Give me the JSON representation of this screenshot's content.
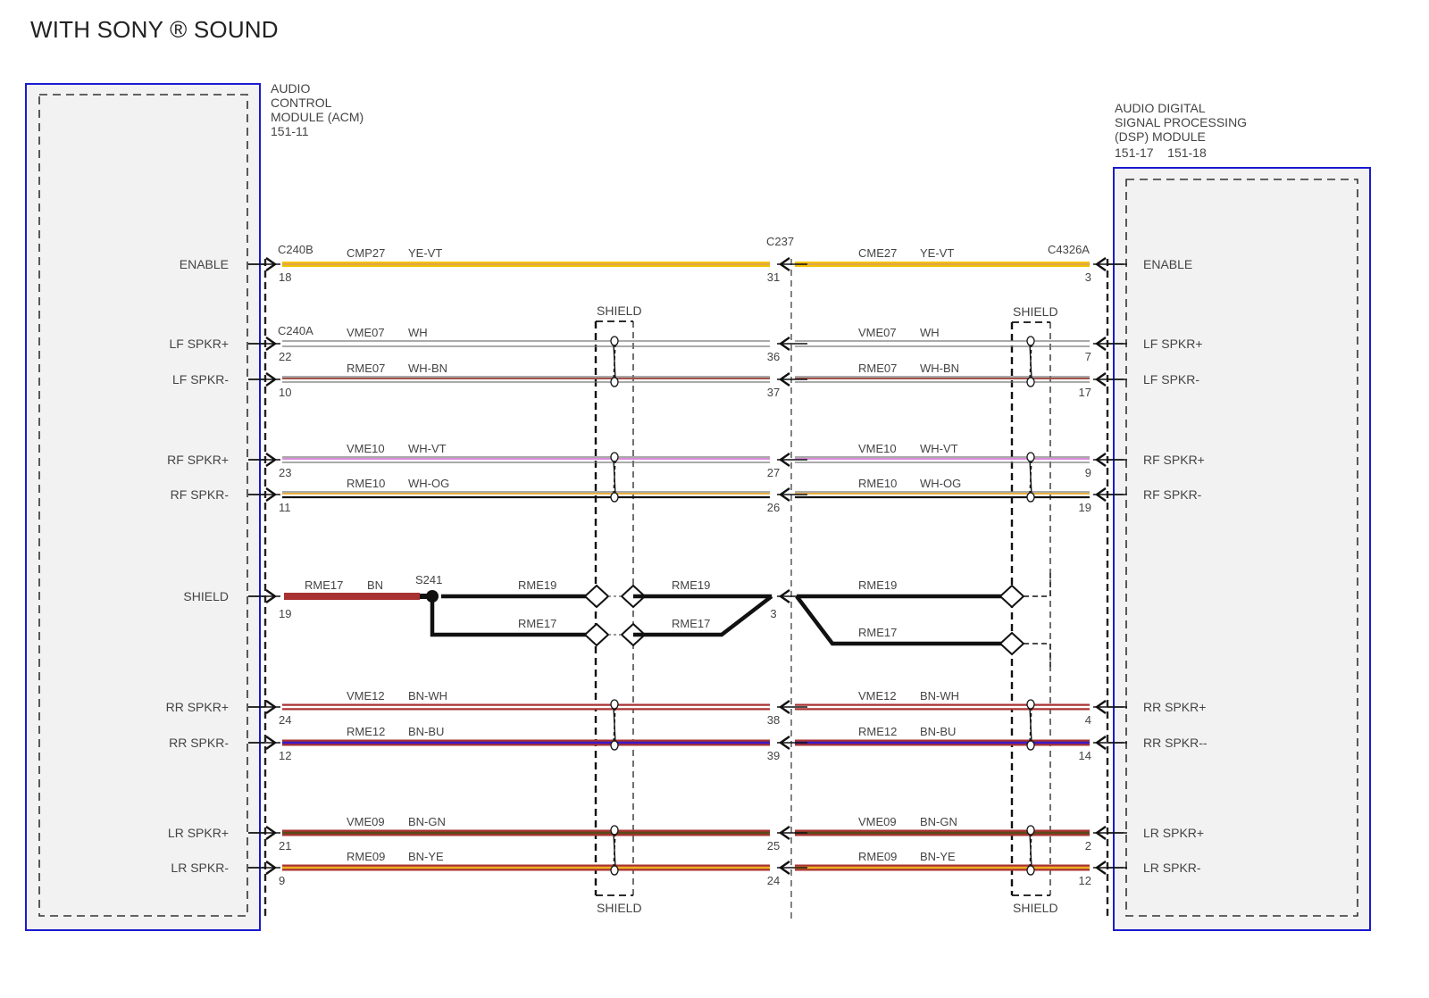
{
  "title": "WITH SONY ® SOUND",
  "acm": {
    "name_lines": [
      "AUDIO",
      "CONTROL",
      "MODULE (ACM)",
      "151-11"
    ]
  },
  "dsp": {
    "name_lines": [
      "AUDIO DIGITAL",
      "SIGNAL PROCESSING",
      "(DSP) MODULE",
      "151-17    151-18"
    ]
  },
  "connectors": {
    "acm_enable": "C240B",
    "acm_audio": "C240A",
    "inline": "C237",
    "dsp": "C4326A"
  },
  "shield_label": "SHIELD",
  "splice": "S241",
  "colors": {
    "module_border": "#1a1ad0",
    "module_fill": "#f2f2f2",
    "wire_outline": "#333333"
  },
  "circuits": [
    {
      "acm_label": "ENABLE",
      "dsp_label": "ENABLE",
      "left_circuit": "CMP27",
      "right_circuit": "CME27",
      "wire_color": "YE-VT",
      "acm_pin": "18",
      "inline_pin": "31",
      "dsp_pin": "3",
      "base": "#f2c200",
      "stripe": "#d89a6a",
      "shielded": false
    },
    {
      "acm_label": "LF SPKR+",
      "dsp_label": "LF SPKR+",
      "left_circuit": "VME07",
      "right_circuit": "VME07",
      "wire_color": "WH",
      "acm_pin": "22",
      "inline_pin": "36",
      "dsp_pin": "7",
      "base": "#ffffff",
      "stripe": "#ffffff",
      "shielded": true
    },
    {
      "acm_label": "LF SPKR-",
      "dsp_label": "LF SPKR-",
      "left_circuit": "RME07",
      "right_circuit": "RME07",
      "wire_color": "WH-BN",
      "acm_pin": "10",
      "inline_pin": "37",
      "dsp_pin": "17",
      "base": "#ffffff",
      "stripe": "#a0524a",
      "shielded": true
    },
    {
      "acm_label": "RF SPKR+",
      "dsp_label": "RF SPKR+",
      "left_circuit": "VME10",
      "right_circuit": "VME10",
      "wire_color": "WH-VT",
      "acm_pin": "23",
      "inline_pin": "27",
      "dsp_pin": "9",
      "base": "#ffffff",
      "stripe": "#d98ad9",
      "shielded": true
    },
    {
      "acm_label": "RF SPKR-",
      "dsp_label": "RF SPKR-",
      "left_circuit": "RME10",
      "right_circuit": "RME10",
      "wire_color": "WH-OG",
      "acm_pin": "11",
      "inline_pin": "26",
      "dsp_pin": "19",
      "base": "#ffffff",
      "stripe": "#e8b040",
      "shielded": true
    },
    {
      "acm_label": "RR SPKR+",
      "dsp_label": "RR SPKR+",
      "left_circuit": "VME12",
      "right_circuit": "VME12",
      "wire_color": "BN-WH",
      "acm_pin": "24",
      "inline_pin": "38",
      "dsp_pin": "4",
      "base": "#a83232",
      "stripe": "#ffffff",
      "shielded": true
    },
    {
      "acm_label": "RR SPKR-",
      "dsp_label": "RR SPKR--",
      "left_circuit": "RME12",
      "right_circuit": "RME12",
      "wire_color": "BN-BU",
      "acm_pin": "12",
      "inline_pin": "39",
      "dsp_pin": "14",
      "base": "#a83232",
      "stripe": "#3a1ac8",
      "shielded": true
    },
    {
      "acm_label": "LR SPKR+",
      "dsp_label": "LR SPKR+",
      "left_circuit": "VME09",
      "right_circuit": "VME09",
      "wire_color": "BN-GN",
      "acm_pin": "21",
      "inline_pin": "25",
      "dsp_pin": "2",
      "base": "#a83232",
      "stripe": "#5a4a1a",
      "shielded": true
    },
    {
      "acm_label": "LR SPKR-",
      "dsp_label": "LR SPKR-",
      "left_circuit": "RME09",
      "right_circuit": "RME09",
      "wire_color": "BN-YE",
      "acm_pin": "9",
      "inline_pin": "24",
      "dsp_pin": "12",
      "base": "#a83232",
      "stripe": "#f0b020",
      "shielded": true
    }
  ],
  "shield_circuit": {
    "acm_label": "SHIELD",
    "acm_pin": "19",
    "inline_pin": "3",
    "first_circuit": "RME17",
    "first_color": "BN",
    "branches_left": [
      "RME19",
      "RME17"
    ],
    "branches_right": [
      "RME19",
      "RME17"
    ],
    "base": "#a83232"
  }
}
